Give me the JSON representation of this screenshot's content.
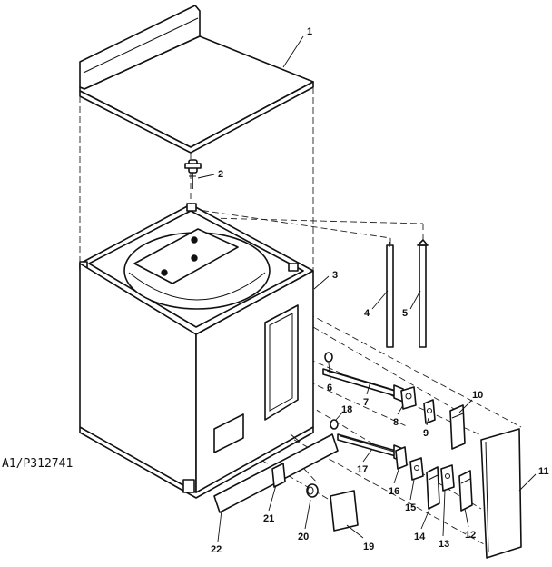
{
  "figure": {
    "ref_code": "A1/P312741",
    "part_numbers": [
      "1",
      "2",
      "3",
      "4",
      "5",
      "6",
      "7",
      "8",
      "9",
      "10",
      "11",
      "12",
      "13",
      "14",
      "15",
      "16",
      "17",
      "18",
      "19",
      "20",
      "21",
      "22"
    ]
  }
}
